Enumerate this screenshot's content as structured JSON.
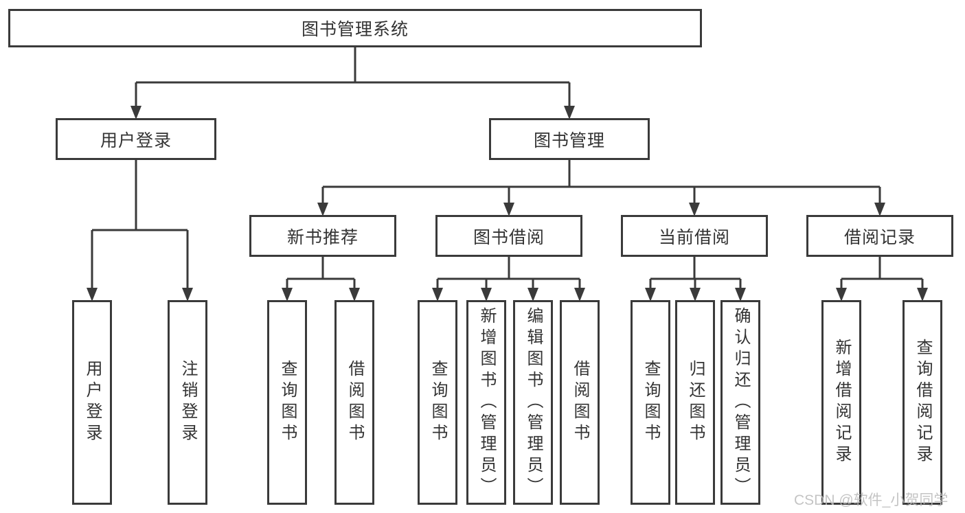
{
  "colors": {
    "line": "#3a3a3a",
    "text": "#333333",
    "box_bg": "#ffffff",
    "wm": "#bdbdbd"
  },
  "watermark": {
    "text": "CSDN @软件_小贺同学"
  },
  "tree": {
    "root": {
      "label": "图书管理系统"
    },
    "branches": [
      {
        "label": "用户登录",
        "children": [
          {
            "label": "用户登录"
          },
          {
            "label": "注销登录"
          }
        ]
      },
      {
        "label": "图书管理",
        "sections": [
          {
            "label": "新书推荐",
            "children": [
              {
                "label": "查询图书"
              },
              {
                "label": "借阅图书"
              }
            ]
          },
          {
            "label": "图书借阅",
            "children": [
              {
                "label": "查询图书"
              },
              {
                "label": "新增图书（管理员）"
              },
              {
                "label": "编辑图书（管理员）"
              },
              {
                "label": "借阅图书"
              }
            ]
          },
          {
            "label": "当前借阅",
            "children": [
              {
                "label": "查询图书"
              },
              {
                "label": "归还图书"
              },
              {
                "label": "确认归还（管理员）"
              }
            ]
          },
          {
            "label": "借阅记录",
            "children": [
              {
                "label": "新增借阅记录"
              },
              {
                "label": "查询借阅记录"
              }
            ]
          }
        ]
      }
    ]
  }
}
